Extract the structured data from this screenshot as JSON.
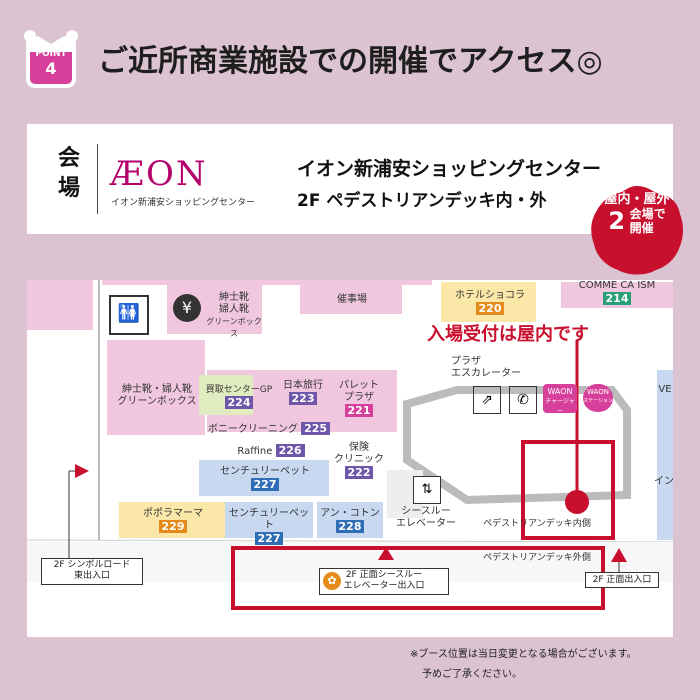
{
  "header": {
    "badge_top": "POINT",
    "badge_num": "4",
    "title": "ご近所商業施設での開催でアクセス◎"
  },
  "venue": {
    "label": "会場",
    "logo_text": "ÆON",
    "logo_sub": "イオン新浦安ショッピングセンター",
    "name": "イオン新浦安ショッピングセンター",
    "floor": "2F  ペデストリアンデッキ内・外",
    "two_venues_l1": "屋内・屋外",
    "two_venues_l2": "2",
    "two_venues_l3": "会場で",
    "two_venues_l4": "開催"
  },
  "map": {
    "reception": "入場受付は屋内です",
    "shops": {
      "gentlemen_shoes": "紳士靴",
      "ladies_shoes": "婦人靴",
      "green_box": "グリーンボックス",
      "event_hall": "催事場",
      "hotel_chocolat": "ホテルショコラ",
      "hotel_chocolat_num": "220",
      "comme_ca": "COMME CA ISM",
      "comme_ca_num": "214",
      "gentlemen_ladies": "紳士靴・婦人靴",
      "green_box2": "グリーンボックス",
      "kaitori": "買取センターGP",
      "kaitori_num": "224",
      "nihon_travel": "日本旅行",
      "nihon_travel_num": "223",
      "palette": "パレット",
      "palette2": "プラザ",
      "palette_num": "221",
      "bonnie": "ボニークリーニング",
      "bonnie_num": "225",
      "raffine": "Raffine",
      "raffine_num": "226",
      "hoken": "保険",
      "hoken2": "クリニック",
      "hoken_num": "222",
      "century_pet": "センチュリーペット",
      "century_pet_num": "227",
      "popolamama": "ポポラマーマ",
      "popolamama_num": "229",
      "century_pet2": "センチュリーペット",
      "century_pet2_num": "227",
      "ann_cotton": "アン・コトン",
      "ann_cotton_num": "228",
      "plaza_esc": "プラザ",
      "plaza_esc2": "エスカレーター",
      "waon1": "WAON",
      "waon1_sub": "チャージャー",
      "waon2": "WAON",
      "waon2_sub": "ステーション",
      "ve": "VE",
      "in": "イン",
      "see_through_elev": "シースルー",
      "see_through_elev2": "エレベーター",
      "deck_inner": "ペデストリアンデッキ内側",
      "deck_outer": "ペデストリアンデッキ外側"
    },
    "exits": {
      "symbol_road": "2F シンボルロード",
      "symbol_road2": "東出入口",
      "front_see_through": "2F 正面シースルー",
      "front_see_through2": "エレベーター出入口",
      "front_exit": "2F 正面出入口"
    }
  },
  "note": {
    "line1": "※ブース位置は当日変更となる場合がございます。",
    "line2": "予めご了承ください。"
  },
  "colors": {
    "accent": "#c8102e",
    "aeon": "#b5006c",
    "background": "#dcc3d2",
    "pink_room": "#f1c7e0",
    "blue_room": "#c7d8f0",
    "green_room": "#e1ebc0",
    "yellow_room": "#fbe7a8",
    "num_purple": "#6e56a8",
    "num_pink": "#d7409a",
    "num_blue": "#2f6db5",
    "num_orange": "#e48b1c"
  }
}
